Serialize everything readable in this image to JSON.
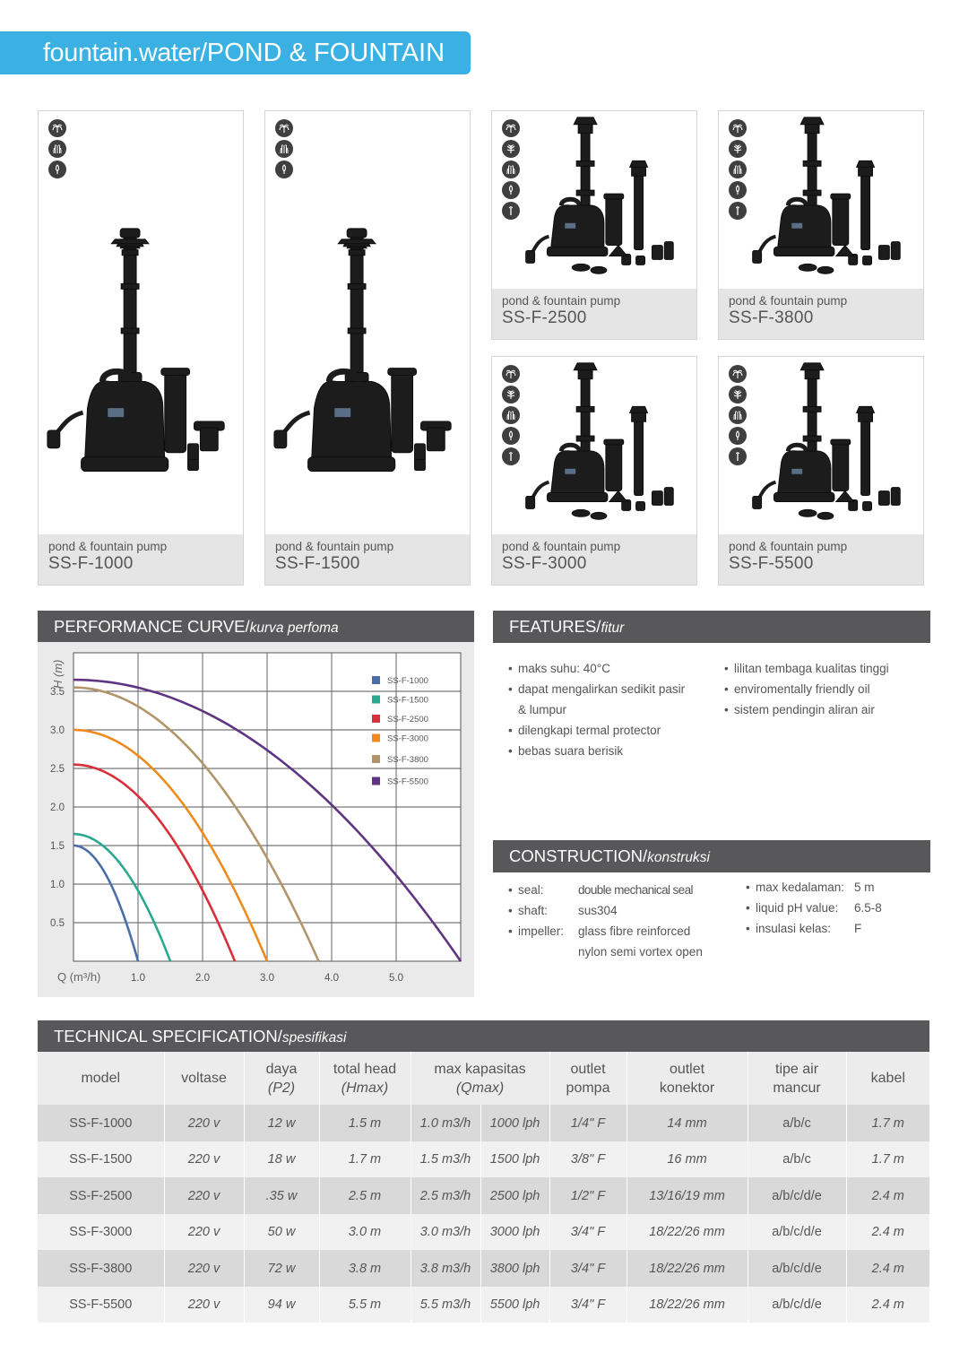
{
  "header": {
    "prefix": "fountain.water/",
    "title": "POND & FOUNTAIN"
  },
  "colors": {
    "banner": "#3bb1e3",
    "section_header": "#58585a"
  },
  "icon_set_short": [
    "fountain-icon",
    "bubbler-icon",
    "jet-icon"
  ],
  "icon_set_long": [
    "fountain-icon",
    "spray-icon",
    "bubbler-icon",
    "jet-icon",
    "cascade-icon"
  ],
  "products": [
    {
      "subtitle": "pond & fountain pump",
      "model": "SS-F-1000"
    },
    {
      "subtitle": "pond & fountain pump",
      "model": "SS-F-1500"
    },
    {
      "subtitle": "pond & fountain pump",
      "model": "SS-F-2500"
    },
    {
      "subtitle": "pond & fountain pump",
      "model": "SS-F-3800"
    },
    {
      "subtitle": "pond & fountain pump",
      "model": "SS-F-3000"
    },
    {
      "subtitle": "pond & fountain pump",
      "model": "SS-F-5500"
    }
  ],
  "performance": {
    "title": "PERFORMANCE CURVE/",
    "subtitle": "kurva perfoma"
  },
  "chart_data": {
    "type": "line",
    "ylabel": "H (m)",
    "xlabel": "Q (m³/h)",
    "xlim": [
      0,
      6
    ],
    "ylim": [
      0,
      4
    ],
    "x_ticks": [
      "1.0",
      "2.0",
      "3.0",
      "4.0",
      "5.0"
    ],
    "y_ticks": [
      "0.5",
      "1.0",
      "1.5",
      "2.0",
      "2.5",
      "3.0",
      "3.5"
    ],
    "grid": true,
    "legend_position": "top-right",
    "series": [
      {
        "name": "SS-F-1000",
        "color": "#4a6fa8",
        "hmax": 1.5,
        "qmax": 1.0
      },
      {
        "name": "SS-F-1500",
        "color": "#2ba890",
        "hmax": 1.65,
        "qmax": 1.5
      },
      {
        "name": "SS-F-2500",
        "color": "#d8303a",
        "hmax": 2.55,
        "qmax": 2.5
      },
      {
        "name": "SS-F-3000",
        "color": "#ef8b1e",
        "hmax": 3.0,
        "qmax": 3.0
      },
      {
        "name": "SS-F-3800",
        "color": "#b3956a",
        "hmax": 3.55,
        "qmax": 3.8
      },
      {
        "name": "SS-F-5500",
        "color": "#5f3583",
        "hmax": 3.65,
        "qmax": 6.0
      }
    ]
  },
  "features": {
    "title": "FEATURES/",
    "subtitle": "fitur",
    "left": [
      {
        "text": "maks suhu: 40°C",
        "cont": ""
      },
      {
        "text": "dapat mengalirkan sedikit pasir",
        "cont": "& lumpur"
      },
      {
        "text": "dilengkapi termal protector",
        "cont": ""
      },
      {
        "text": "bebas suara berisik",
        "cont": ""
      }
    ],
    "right": [
      {
        "text": "lilitan tembaga kualitas tinggi",
        "cont": ""
      },
      {
        "text": "enviromentally friendly oil",
        "cont": ""
      },
      {
        "text": "sistem pendingin aliran air",
        "cont": ""
      }
    ]
  },
  "construction": {
    "title": "CONSTRUCTION/",
    "subtitle": "konstruksi",
    "left": [
      {
        "key": "seal:",
        "value": "double mechanical seal"
      },
      {
        "key": "shaft:",
        "value": "sus304"
      },
      {
        "key": "impeller:",
        "value": "glass fibre reinforced"
      },
      {
        "key": "",
        "value": "nylon semi vortex open"
      }
    ],
    "right": [
      {
        "key": "max kedalaman:",
        "value": "5 m"
      },
      {
        "key": "liquid pH value:",
        "value": "6.5-8"
      },
      {
        "key": "insulasi kelas:",
        "value": "F"
      }
    ]
  },
  "spec": {
    "title": "TECHNICAL SPECIFICATION/",
    "subtitle": "spesifikasi",
    "headers": {
      "model": "model",
      "voltase": "voltase",
      "daya": "daya",
      "daya_sub": "(P2)",
      "head": "total head",
      "head_sub": "(Hmax)",
      "kapasitas": "max kapasitas",
      "kapasitas_sub": "(Qmax)",
      "outlet_pompa_1": "outlet",
      "outlet_pompa_2": "pompa",
      "outlet_konektor_1": "outlet",
      "outlet_konektor_2": "konektor",
      "tipe_1": "tipe air",
      "tipe_2": "mancur",
      "kabel": "kabel"
    },
    "rows": [
      {
        "model": "SS-F-1000",
        "voltase": "220 v",
        "daya": "12 w",
        "head": "1.5 m",
        "q_m3": "1.0 m3/h",
        "q_lph": "1000 lph",
        "outlet": "1/4\" F",
        "konektor": "14 mm",
        "tipe": "a/b/c",
        "kabel": "1.7 m"
      },
      {
        "model": "SS-F-1500",
        "voltase": "220 v",
        "daya": "18 w",
        "head": "1.7 m",
        "q_m3": "1.5 m3/h",
        "q_lph": "1500 lph",
        "outlet": "3/8\" F",
        "konektor": "16 mm",
        "tipe": "a/b/c",
        "kabel": "1.7 m"
      },
      {
        "model": "SS-F-2500",
        "voltase": "220 v",
        "daya": ".35 w",
        "head": "2.5 m",
        "q_m3": "2.5 m3/h",
        "q_lph": "2500 lph",
        "outlet": "1/2\" F",
        "konektor": "13/16/19 mm",
        "tipe": "a/b/c/d/e",
        "kabel": "2.4 m"
      },
      {
        "model": "SS-F-3000",
        "voltase": "220 v",
        "daya": "50 w",
        "head": "3.0 m",
        "q_m3": "3.0 m3/h",
        "q_lph": "3000 lph",
        "outlet": "3/4\" F",
        "konektor": "18/22/26 mm",
        "tipe": "a/b/c/d/e",
        "kabel": "2.4 m"
      },
      {
        "model": "SS-F-3800",
        "voltase": "220 v",
        "daya": "72 w",
        "head": "3.8 m",
        "q_m3": "3.8 m3/h",
        "q_lph": "3800 lph",
        "outlet": "3/4\" F",
        "konektor": "18/22/26 mm",
        "tipe": "a/b/c/d/e",
        "kabel": "2.4 m"
      },
      {
        "model": "SS-F-5500",
        "voltase": "220 v",
        "daya": "94 w",
        "head": "5.5 m",
        "q_m3": "5.5 m3/h",
        "q_lph": "5500 lph",
        "outlet": "3/4\" F",
        "konektor": "18/22/26 mm",
        "tipe": "a/b/c/d/e",
        "kabel": "2.4 m"
      }
    ]
  }
}
